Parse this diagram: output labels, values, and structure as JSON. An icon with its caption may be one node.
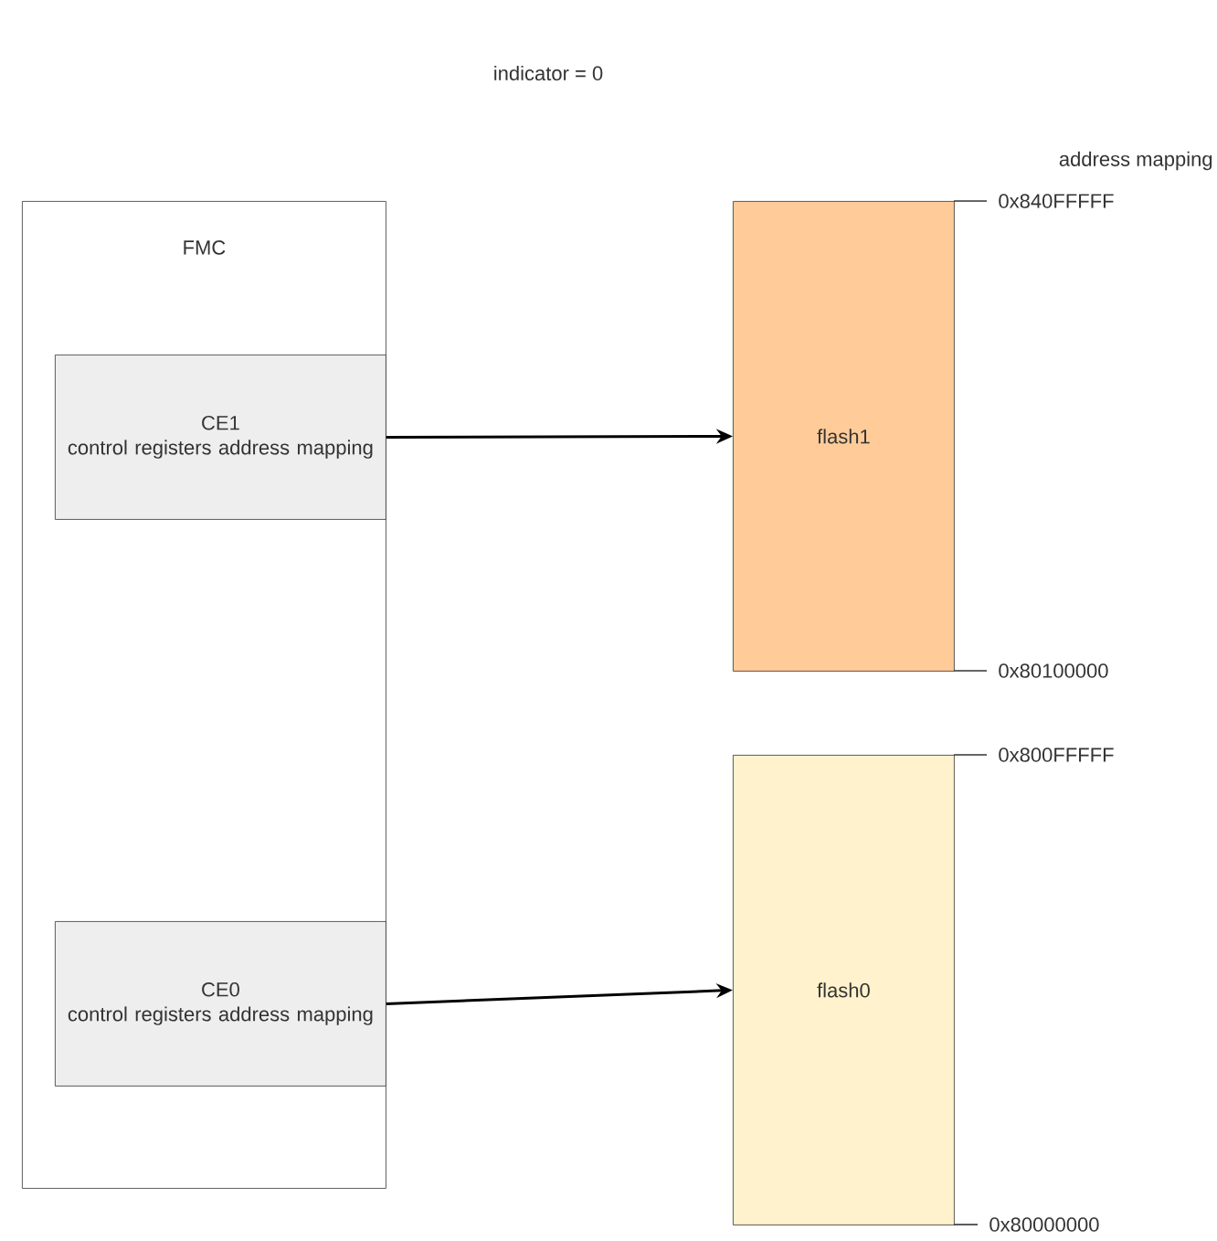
{
  "diagram": {
    "nodes": [
      {
        "text": [
          "FMC"
        ]
      },
      {
        "text": [
          "CE1",
          "control registers address mapping"
        ],
        "in": 0
      },
      {
        "text": [
          "flash1"
        ]
      },
      {
        "text": [
          "CE0",
          "control registers address mapping"
        ],
        "in": 0
      },
      {
        "text": [
          "flash0"
        ]
      }
    ],
    "edges": [
      {
        "from": 1,
        "to": 2,
        "arrow": "to"
      },
      {
        "from": 3,
        "to": 4,
        "arrow": "to"
      }
    ],
    "labels": [
      "indicator = 0",
      "address mapping",
      "0x840FFFFF",
      "0x80100000",
      "0x800FFFFF",
      "0x80000000"
    ]
  }
}
